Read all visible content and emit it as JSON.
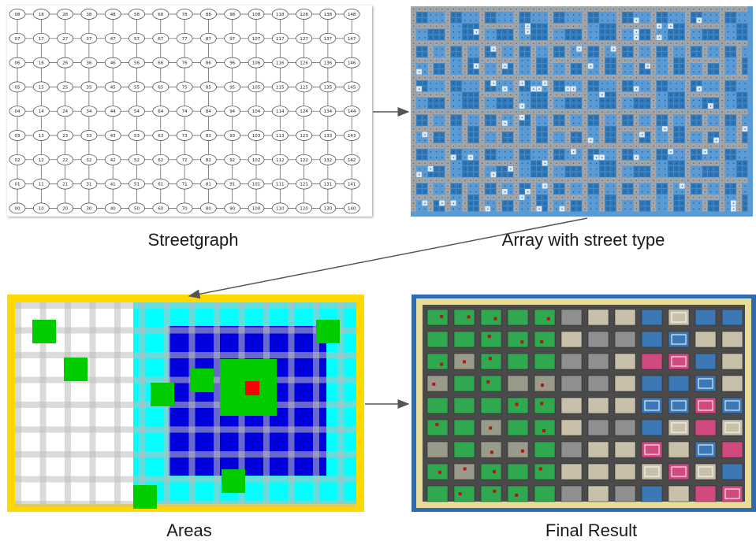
{
  "captions": {
    "streetgraph": "Streetgraph",
    "array": "Array with street type",
    "areas": "Areas",
    "final": "Final Result"
  },
  "streetgraph": {
    "node_labels": [
      [
        "08",
        "18",
        "28",
        "38",
        "48",
        "58",
        "68",
        "78",
        "88",
        "98",
        "108",
        "118",
        "128",
        "138",
        "148"
      ],
      [
        "07",
        "17",
        "27",
        "37",
        "47",
        "57",
        "67",
        "77",
        "87",
        "97",
        "107",
        "117",
        "127",
        "137",
        "147"
      ],
      [
        "06",
        "16",
        "26",
        "36",
        "46",
        "56",
        "66",
        "76",
        "86",
        "96",
        "106",
        "116",
        "126",
        "136",
        "146"
      ],
      [
        "05",
        "15",
        "25",
        "35",
        "45",
        "55",
        "65",
        "75",
        "85",
        "95",
        "105",
        "115",
        "125",
        "135",
        "145"
      ],
      [
        "04",
        "14",
        "24",
        "34",
        "44",
        "54",
        "64",
        "74",
        "84",
        "94",
        "104",
        "114",
        "124",
        "134",
        "144"
      ],
      [
        "03",
        "13",
        "23",
        "33",
        "43",
        "53",
        "63",
        "73",
        "83",
        "93",
        "103",
        "113",
        "123",
        "133",
        "143"
      ],
      [
        "02",
        "12",
        "22",
        "32",
        "42",
        "52",
        "62",
        "72",
        "82",
        "92",
        "102",
        "112",
        "122",
        "132",
        "142"
      ],
      [
        "01",
        "11",
        "21",
        "31",
        "41",
        "51",
        "61",
        "71",
        "81",
        "91",
        "101",
        "111",
        "121",
        "131",
        "141"
      ],
      [
        "00",
        "10",
        "20",
        "30",
        "40",
        "50",
        "60",
        "70",
        "80",
        "90",
        "100",
        "110",
        "120",
        "130",
        "140"
      ]
    ]
  },
  "colors": {
    "array_cell": "#5b9bd5",
    "array_block": "#2e75b6",
    "array_street": "#a6a6a6",
    "array_light": "#dde8f5",
    "areas_border": "#ffd800",
    "areas_white": "#ffffff",
    "areas_street": "#d0d0d0",
    "areas_cyan": "#00ffff",
    "areas_blue": "#0000dd",
    "areas_green": "#00cc00",
    "areas_red": "#ff0000",
    "final_frame": "#2f6bb0",
    "final_sand": "#e8dc9a",
    "final_road": "#4a4a4a"
  }
}
